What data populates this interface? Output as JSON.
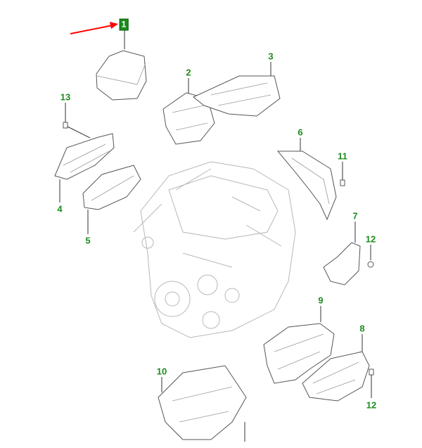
{
  "diagram": {
    "highlight_color": "#ff0000",
    "label_color": "#1e8c1e",
    "callouts": [
      {
        "id": "c1",
        "label": "1",
        "highlighted": true
      },
      {
        "id": "c2",
        "label": "2"
      },
      {
        "id": "c3",
        "label": "3"
      },
      {
        "id": "c13",
        "label": "13"
      },
      {
        "id": "c4",
        "label": "4"
      },
      {
        "id": "c5",
        "label": "5"
      },
      {
        "id": "c6",
        "label": "6"
      },
      {
        "id": "c11",
        "label": "11"
      },
      {
        "id": "c7",
        "label": "7"
      },
      {
        "id": "c12a",
        "label": "12"
      },
      {
        "id": "c9",
        "label": "9"
      },
      {
        "id": "c8",
        "label": "8"
      },
      {
        "id": "c12b",
        "label": "12"
      },
      {
        "id": "c10",
        "label": "10"
      }
    ]
  }
}
